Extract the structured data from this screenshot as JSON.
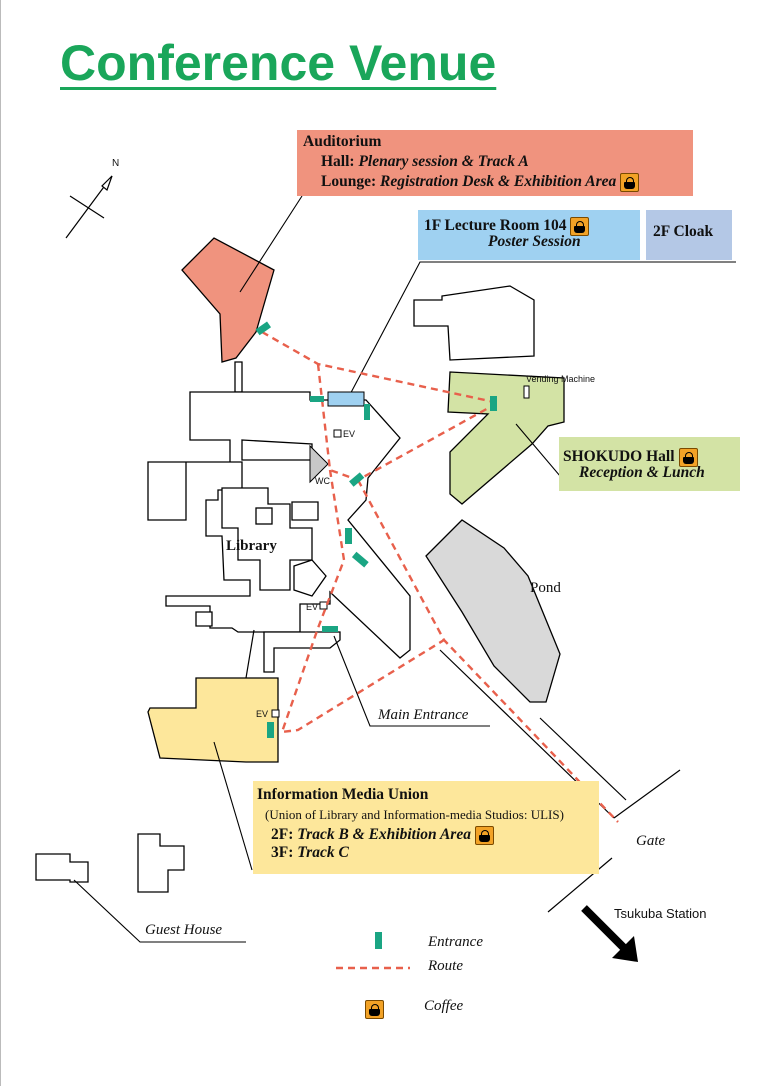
{
  "title": "Conference Venue",
  "compass": "N",
  "auditorium": {
    "name": "Auditorium",
    "hall_label": "Hall:",
    "hall": "Plenary session & Track A",
    "lounge_label": "Lounge:",
    "lounge": "Registration Desk & Exhibition Area"
  },
  "lecture_room": {
    "label": "1F   Lecture Room 104",
    "sub": "Poster Session"
  },
  "cloak": "2F  Cloak",
  "shokudo": {
    "name": "SHOKUDO Hall",
    "sub": "Reception & Lunch"
  },
  "imu": {
    "name": "Information Media Union",
    "sub": "(Union of Library and Information-media Studios: ULIS)",
    "f2_label": "2F:",
    "f2": "Track B & Exhibition Area",
    "f3_label": "3F:",
    "f3": "Track C"
  },
  "map_labels": {
    "vending": "Vending Machine",
    "ev": "EV",
    "wc": "WC",
    "library": "Library",
    "pond": "Pond",
    "main_entrance": "Main Entrance",
    "gate": "Gate",
    "guest_house": "Guest House",
    "station": "Tsukuba Station"
  },
  "legend": {
    "entrance": "Entrance",
    "route": "Route",
    "coffee": "Coffee"
  },
  "colors": {
    "title": "#1aa65a",
    "auditorium": "#f0937e",
    "lecture_room": "#9fd1f1",
    "cloak": "#b4c8e6",
    "shokudo": "#d3e3a5",
    "imu": "#fde79b",
    "entrance": "#1aa583",
    "route": "#e8604c",
    "pond": "#d9d9d9",
    "coffee": "#f2a226"
  },
  "icons": [
    "compass-icon",
    "coffee-icon",
    "entrance-marker-icon",
    "route-line-icon",
    "arrow-icon"
  ]
}
